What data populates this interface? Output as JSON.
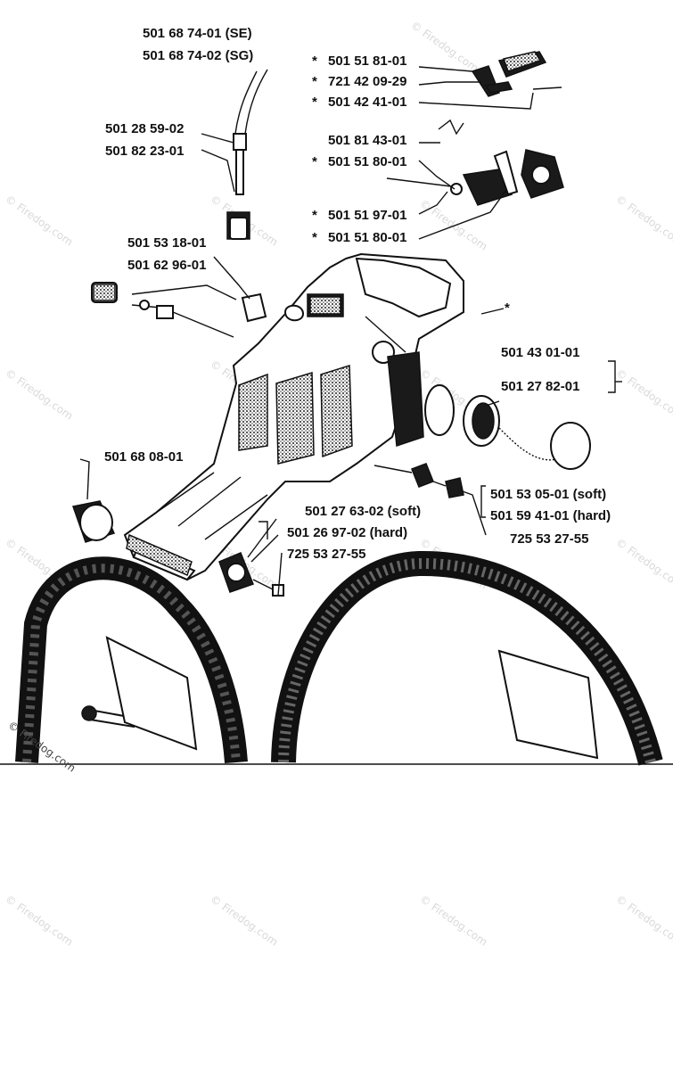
{
  "watermark": "© Firedog.com",
  "labels": {
    "hose_se": "501 68 74-01 (SE)",
    "hose_sg": "501 68 74-02 (SG)",
    "pickup_a": "501 28 59-02",
    "pickup_b": "501 82 23-01",
    "star_1": "*",
    "p_515181": "501 51 81-01",
    "star_2": "*",
    "p_721420": "721 42 09-29",
    "star_3": "*",
    "p_501424": "501 42 41-01",
    "p_518143": "501 81 43-01",
    "star_4": "*",
    "p_515180a": "501 51 80-01",
    "star_5": "*",
    "p_515197": "501 51 97-01",
    "star_6": "*",
    "p_515180b": "501 51 80-01",
    "p_535318": "501 53 18-01",
    "p_626296": "501 62 96-01",
    "star_7": "*",
    "p_434301": "501 43 01-01",
    "p_278201": "501 27 82-01",
    "p_686808": "501 68 08-01",
    "p_530501": "501 53 05-01 (soft)",
    "p_594101": "501 59 41-01 (hard)",
    "p_725527a": "725 53 27-55",
    "p_276302": "501 27 63-02 (soft)",
    "p_269702": "501 26 97-02 (hard)",
    "p_725527b": "725 53 27-55"
  }
}
